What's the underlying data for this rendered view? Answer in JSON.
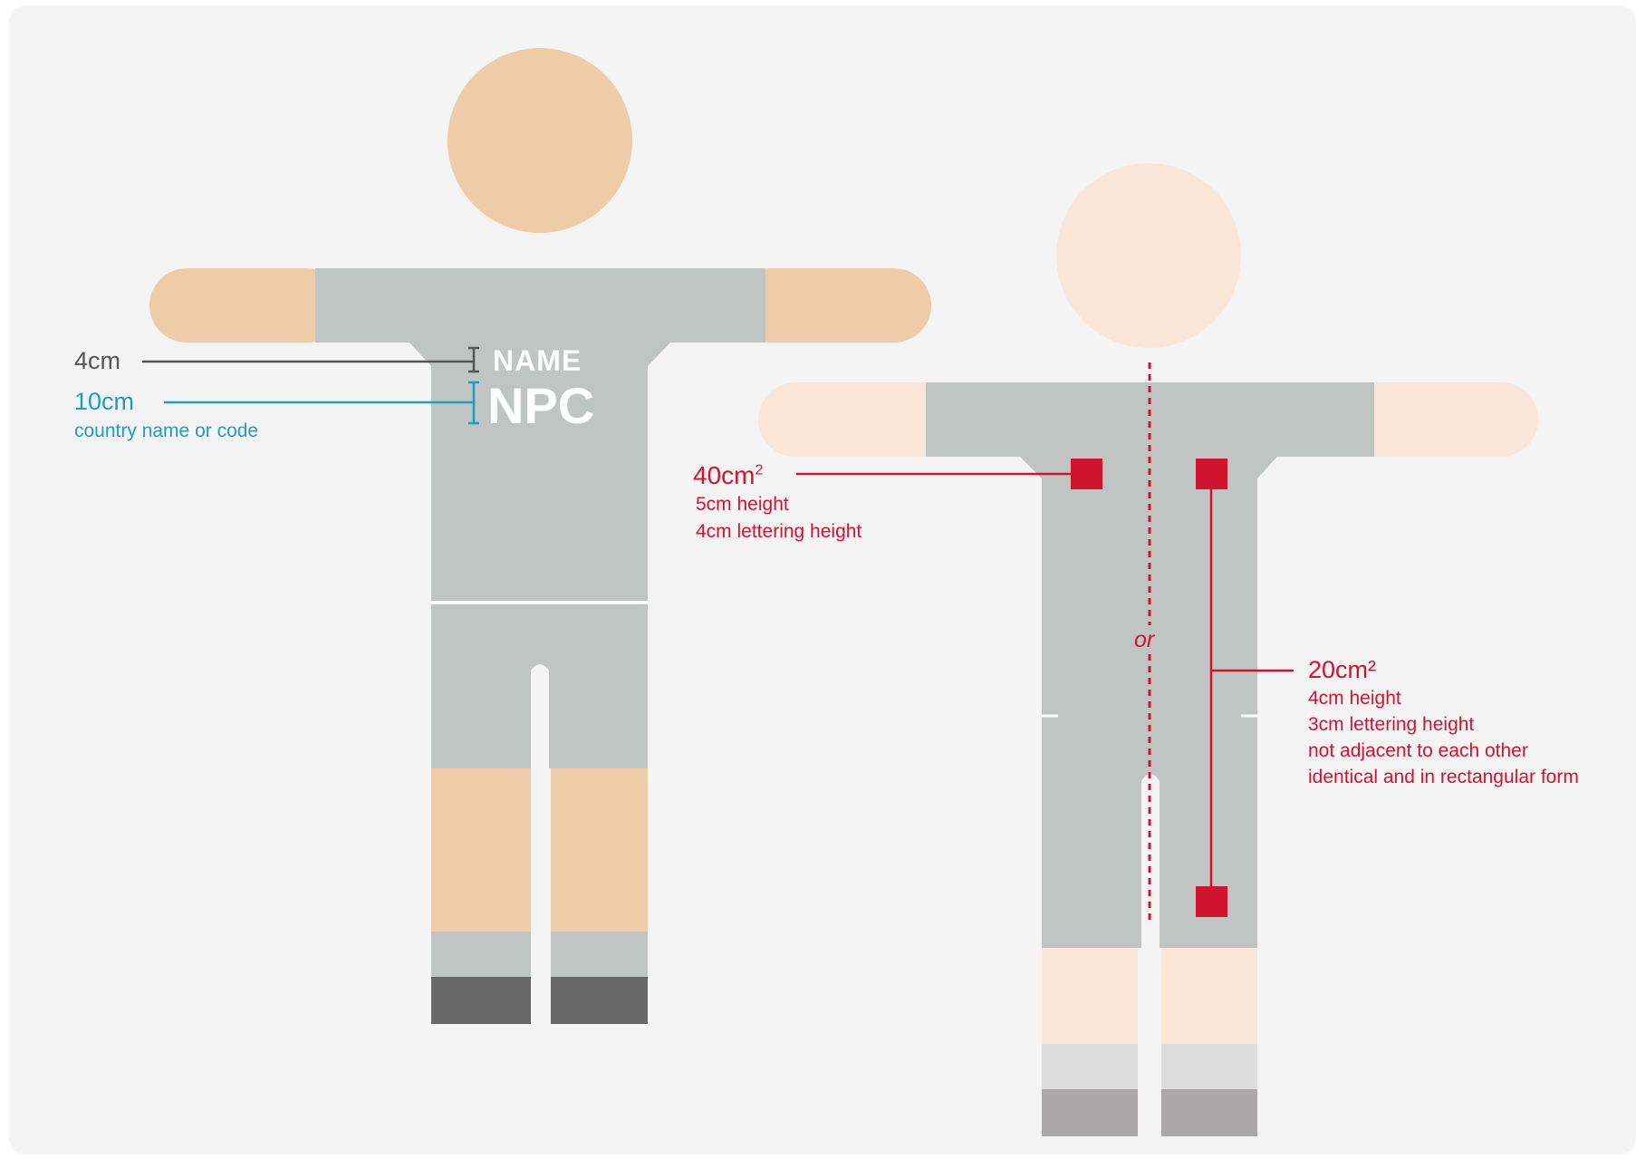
{
  "colors": {
    "background": "#f4f4f4",
    "skin": "#eecca8",
    "skin_light": "#f9e6d7",
    "shirt": "#c0c4c3",
    "shoe": "#686868",
    "shoe_light": "#aaa8a8",
    "sock_light": "#dcdcdc",
    "dim_grey": "#555555",
    "dim_blue": "#1a9fc4",
    "dim_red": "#d0142e"
  },
  "front_figure": {
    "name_text": "NAME",
    "npc_text": "NPC",
    "name_dimension": {
      "value": "4cm"
    },
    "npc_dimension": {
      "value": "10cm",
      "note": "country name or code"
    }
  },
  "back_figure": {
    "or_text": "or",
    "single_mark": {
      "area": "40cm",
      "sup": "2",
      "height": "5cm height",
      "lettering": "4cm lettering height"
    },
    "double_mark": {
      "area": "20cm²",
      "height": "4cm height",
      "lettering": "3cm lettering height",
      "rule1": "not adjacent to each other",
      "rule2": "identical and in rectangular form"
    }
  }
}
